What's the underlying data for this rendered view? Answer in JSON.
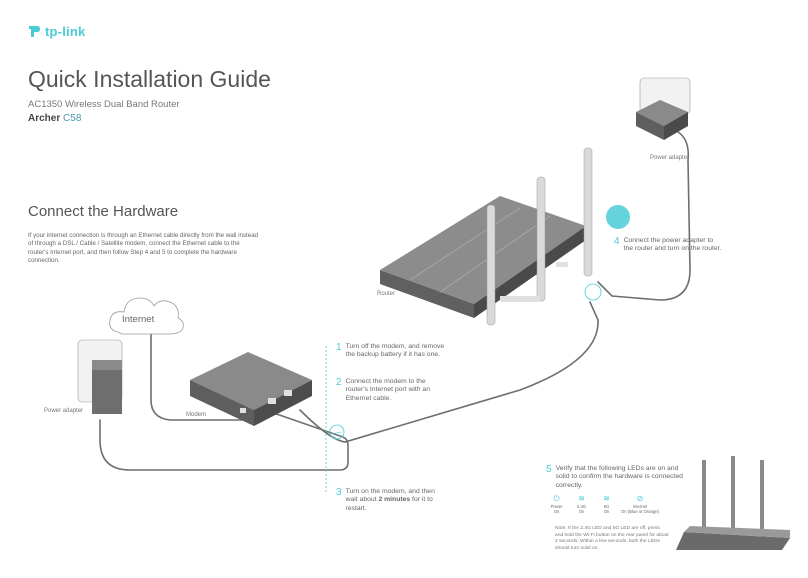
{
  "brand": {
    "logo_text": "tp-link",
    "accent": "#4acbd6"
  },
  "header": {
    "title": "Quick Installation Guide",
    "subtitle": "AC1350 Wireless Dual Band Router",
    "model_brand": "Archer",
    "model_number": "C58"
  },
  "section": {
    "title": "Connect the Hardware",
    "intro": "If your internet connection is through an Ethernet cable directly from the wall instead of through a DSL / Cable / Satellite modem, connect the Ethernet cable to the router's Internet port, and then follow Step 4 and 5 to complete the hardware connection."
  },
  "labels": {
    "internet": "Internet",
    "modem": "Modem",
    "router": "Router",
    "power_adapter_left": "Power adapter",
    "power_adapter_right": "Power adapter"
  },
  "steps": [
    {
      "num": "1",
      "text": "Turn off the modem, and remove the backup battery if it has one."
    },
    {
      "num": "2",
      "text": "Connect the modem to the router's Internet port with an Ethernet cable."
    },
    {
      "num": "3",
      "text_before": "Turn on the modem, and then wait about ",
      "bold": "2 minutes",
      "text_after": " for it to restart."
    },
    {
      "num": "4",
      "text": "Connect the power adapter to the router and turn on the router."
    },
    {
      "num": "5",
      "text": "Verify that the following LEDs are on and solid to confirm the hardware is connected correctly."
    }
  ],
  "leds": [
    {
      "icon": "power-icon",
      "glyph": "⏻",
      "name": "Power",
      "state": "On"
    },
    {
      "icon": "wifi-24-icon",
      "glyph": "≋",
      "name": "2.4G",
      "state": "On"
    },
    {
      "icon": "wifi-5g-icon",
      "glyph": "≋",
      "name": "5G",
      "state": "On"
    },
    {
      "icon": "internet-icon",
      "glyph": "⊘",
      "name": "Internet",
      "state": "On (Blue or Orange)"
    }
  ],
  "note": "Note: If the 2.4G LED and 5G LED are off, press and hold the Wi-Fi button on the rear panel for about 2 seconds. Within a few seconds, both the LEDs should turn solid on."
}
